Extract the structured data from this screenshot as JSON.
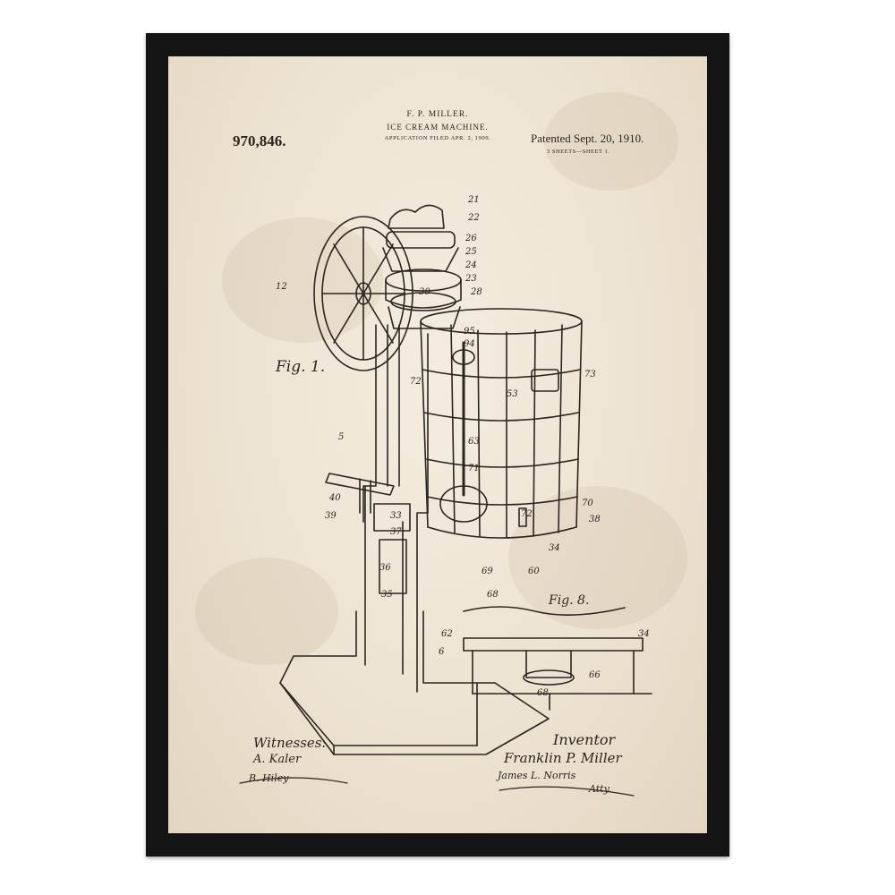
{
  "patent": {
    "number": "970,846.",
    "inventor_name": "F. P. MILLER.",
    "title": "ICE CREAM MACHINE.",
    "filed": "APPLICATION FILED APR. 2, 1909.",
    "patented": "Patented Sept. 20, 1910.",
    "sheets": "3 SHEETS—SHEET 1."
  },
  "figures": {
    "fig1": "Fig. 1.",
    "fig8": "Fig. 8."
  },
  "signatures": {
    "witnesses_label": "Witnesses:",
    "witness_1": "A. Kaler",
    "witness_2": "B. Hiley",
    "inventor_label": "Inventor",
    "inventor_signature": "Franklin P. Miller",
    "attorney": "James L. Norris",
    "attorney_suffix": "Atty."
  },
  "reference_numerals": [
    "21",
    "22",
    "26",
    "25",
    "24",
    "23",
    "28",
    "12",
    "30",
    "95",
    "94",
    "73",
    "53",
    "72",
    "5",
    "63",
    "71",
    "40",
    "39",
    "33",
    "37",
    "70",
    "72",
    "38",
    "34",
    "36",
    "60",
    "69",
    "35",
    "68",
    "62",
    "6",
    "34",
    "66",
    "68"
  ],
  "colors": {
    "frame": "#141414",
    "paper": "#ede3d2",
    "ink": "#2b2520"
  }
}
